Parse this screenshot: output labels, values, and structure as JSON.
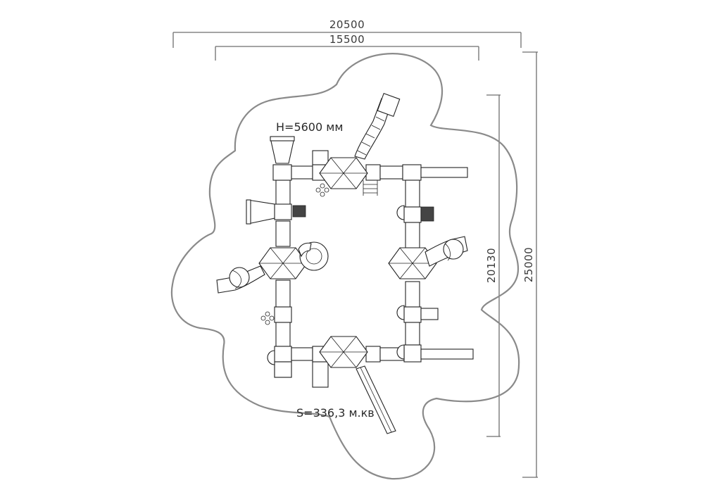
{
  "dimensions": {
    "overall_width": "20500",
    "inner_width": "15500",
    "inner_height": "20130",
    "overall_height": "25000"
  },
  "annotations": {
    "height_label": "H=5600 мм",
    "area_label": "S=336,3 м.кв"
  }
}
